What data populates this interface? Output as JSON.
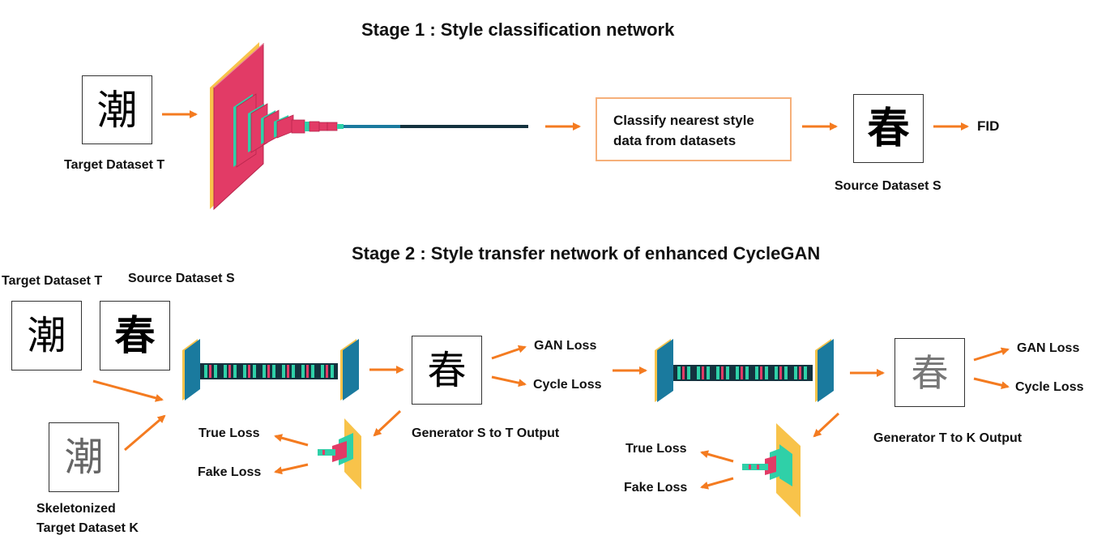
{
  "stage1": {
    "title": "Stage 1 : Style classification network",
    "target_label": "Target Dataset T",
    "target_glyph": "潮",
    "classify_text": "Classify nearest style data from datasets",
    "source_label": "Source Dataset S",
    "source_glyph": "春",
    "fid_label": "FID"
  },
  "stage2": {
    "title": "Stage 2 : Style transfer network of enhanced CycleGAN",
    "target_label": "Target Dataset T",
    "source_label": "Source Dataset S",
    "target_glyph": "潮",
    "source_glyph": "春",
    "skeleton_glyph": "潮",
    "skeleton_label_line1": "Skeletonized",
    "skeleton_label_line2": "Target Dataset K",
    "gen1_output_glyph": "春",
    "gen1_output_label": "Generator S to T Output",
    "gen1_gan_loss": "GAN Loss",
    "gen1_cycle_loss": "Cycle Loss",
    "disc1_true_loss": "True Loss",
    "disc1_fake_loss": "Fake Loss",
    "gen2_output_glyph": "春",
    "gen2_output_label": "Generator T to K Output",
    "gen2_gan_loss": "GAN Loss",
    "gen2_cycle_loss": "Cycle Loss",
    "disc2_true_loss": "True Loss",
    "disc2_fake_loss": "Fake Loss"
  },
  "colors": {
    "arrow": "#f47b20",
    "cnn_pink": "#e23b66",
    "cnn_teal": "#2fd0a8",
    "cnn_dark": "#14323e",
    "cnn_blue": "#1a7a9e",
    "disc_yellow": "#f8c34a",
    "classify_border": "#f6b07a"
  }
}
